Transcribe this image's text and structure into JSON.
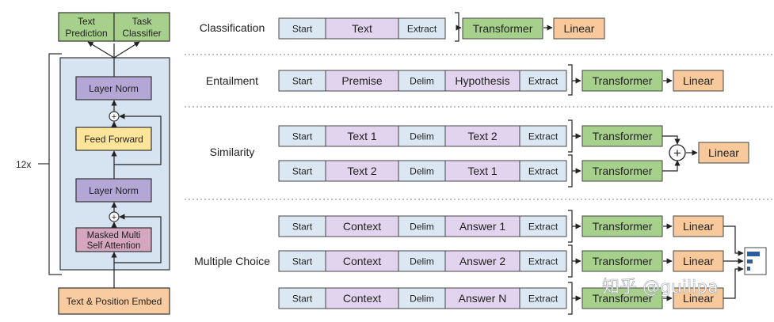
{
  "colors": {
    "start": "#dbe8f4",
    "text": "#e2d4ee",
    "delim": "#dbe8f4",
    "extract": "#dbe8f4",
    "transformer": "#a7d08c",
    "linear": "#f8c99a",
    "block_bg": "#d6e4f2",
    "layer_norm": "#b4a7d6",
    "feed_forward": "#ffe599",
    "attention": "#d5a6bd",
    "embed": "#f8cba0",
    "output_head": "#a7d08c",
    "stroke": "#333333",
    "divider": "#999999"
  },
  "model": {
    "repeat_label": "12x",
    "embed_label": "Text & Position Embed",
    "attention_label_1": "Masked Multi",
    "attention_label_2": "Self Attention",
    "layer_norm_1": "Layer Norm",
    "feed_forward": "Feed Forward",
    "layer_norm_2": "Layer Norm",
    "add_symbol": "+",
    "head_1_line1": "Text",
    "head_1_line2": "Prediction",
    "head_2_line1": "Task",
    "head_2_line2": "Classifier"
  },
  "tasks": {
    "classification": {
      "label": "Classification",
      "tokens": [
        "Start",
        "Text",
        "Extract"
      ],
      "transformer": "Transformer",
      "linear": "Linear"
    },
    "entailment": {
      "label": "Entailment",
      "tokens": [
        "Start",
        "Premise",
        "Delim",
        "Hypothesis",
        "Extract"
      ],
      "transformer": "Transformer",
      "linear": "Linear"
    },
    "similarity": {
      "label": "Similarity",
      "rows": [
        [
          "Start",
          "Text 1",
          "Delim",
          "Text 2",
          "Extract"
        ],
        [
          "Start",
          "Text 2",
          "Delim",
          "Text 1",
          "Extract"
        ]
      ],
      "transformer": "Transformer",
      "plus": "+",
      "linear": "Linear"
    },
    "multiple_choice": {
      "label": "Multiple Choice",
      "rows": [
        [
          "Start",
          "Context",
          "Delim",
          "Answer 1",
          "Extract"
        ],
        [
          "Start",
          "Context",
          "Delim",
          "Answer 2",
          "Extract"
        ],
        [
          "Start",
          "Context",
          "Delim",
          "Answer N",
          "Extract"
        ]
      ],
      "transformer": "Transformer",
      "linear": "Linear"
    }
  },
  "watermark": "知乎 @guilipa"
}
